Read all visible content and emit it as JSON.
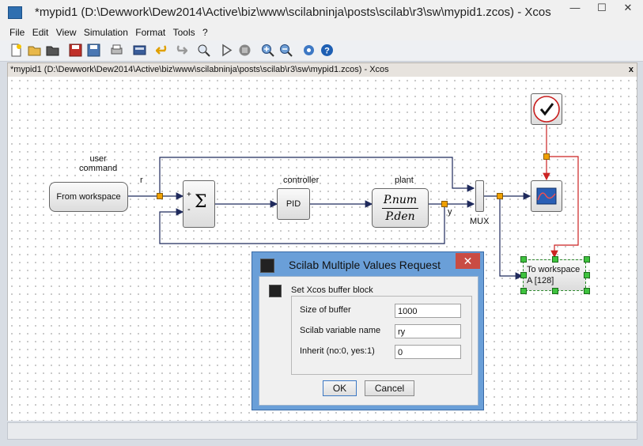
{
  "window": {
    "title": "*mypid1 (D:\\Dewwork\\Dew2014\\Active\\biz\\www\\scilabninja\\posts\\scilab\\r3\\sw\\mypid1.zcos) - Xcos",
    "minimize": "—",
    "maximize": "☐",
    "close": "✕"
  },
  "menu": [
    "File",
    "Edit",
    "View",
    "Simulation",
    "Format",
    "Tools",
    "?"
  ],
  "tab": {
    "title": "*mypid1 (D:\\Dewwork\\Dew2014\\Active\\biz\\www\\scilabninja\\posts\\scilab\\r3\\sw\\mypid1.zcos) - Xcos",
    "close": "x"
  },
  "diagram": {
    "user_command_line1": "user",
    "user_command_line2": "command",
    "from_workspace": "From workspace",
    "r": "r",
    "sum_symbol": "Σ",
    "plus": "+",
    "minus": "-",
    "controller": "controller",
    "pid": "PID",
    "plant": "plant",
    "num": "P.num",
    "den": "P.den",
    "y": "y",
    "mux": "MUX",
    "to_workspace_line1": "To workspace",
    "to_workspace_line2": "A [128]"
  },
  "dialog": {
    "title": "Scilab Multiple Values Request",
    "close": "✕",
    "subtitle": "Set Xcos buffer block",
    "fields": [
      {
        "label": "Size of buffer",
        "value": "1000"
      },
      {
        "label": "Scilab variable name",
        "value": "ry"
      },
      {
        "label": "Inherit (no:0, yes:1)",
        "value": "0"
      }
    ],
    "ok": "OK",
    "cancel": "Cancel"
  },
  "colors": {
    "wire": "#1f2a5c",
    "event_wire": "#cc2222",
    "port": "#f0a000",
    "dialog_frame": "#6a9fd8"
  }
}
